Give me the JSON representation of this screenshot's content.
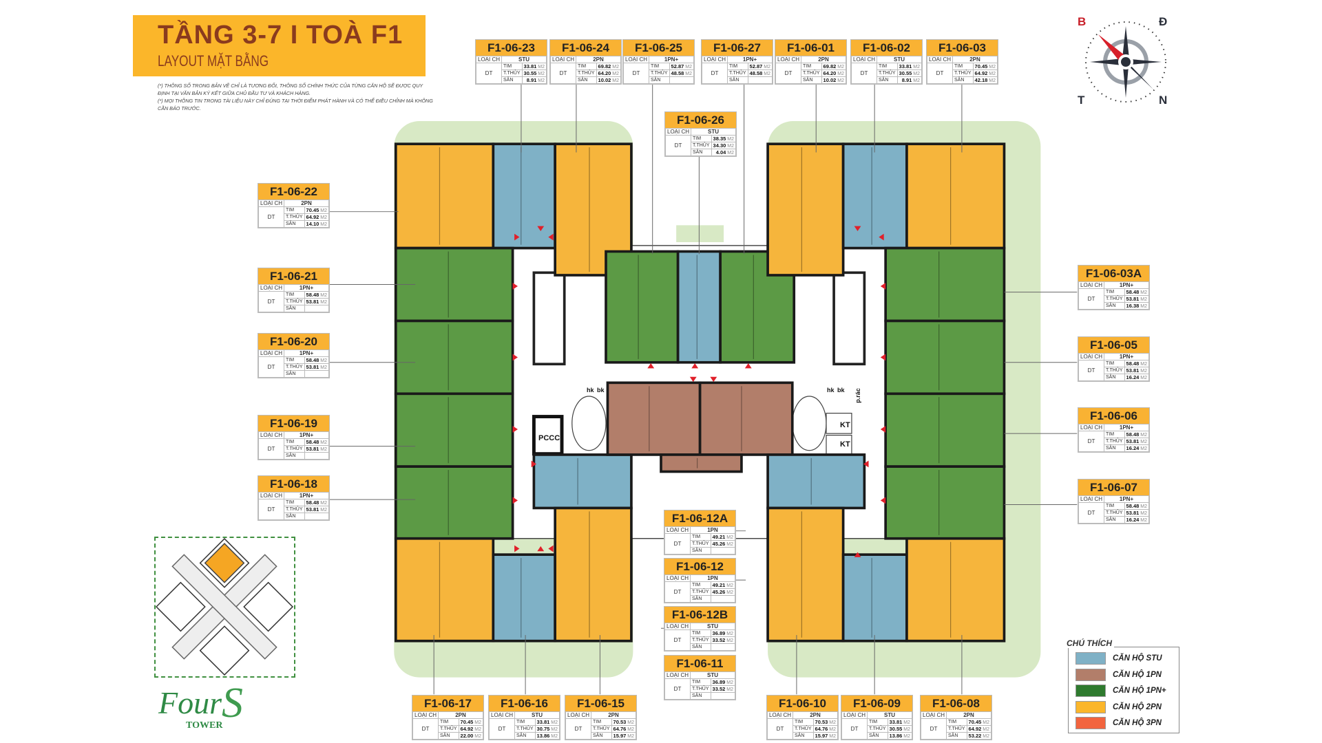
{
  "header": {
    "title": "TẦNG 3-7  I TOÀ F1",
    "subtitle": "LAYOUT MẶT BẰNG",
    "notes": [
      "(*) THÔNG SỐ TRONG BẢN VẼ CHỈ LÀ TƯƠNG ĐỐI, THÔNG SỐ CHÍNH THỨC CỦA TỪNG CĂN HỘ SẼ ĐƯỢC QUY ĐỊNH TẠI VĂN BẢN KÝ KẾT GIỮA CHỦ ĐẦU TƯ VÀ KHÁCH HÀNG.",
      "(*) MỌI THÔNG TIN TRONG TÀI LIỆU NÀY CHỈ ĐÚNG TẠI THỜI ĐIỂM PHÁT HÀNH VÀ CÓ THỂ ĐIỀU CHỈNH MÀ KHÔNG CẦN BÁO TRƯỚC."
    ]
  },
  "table_labels": {
    "type": "LOẠI CH",
    "area": "DT",
    "tim": "TIM",
    "thuy": "T.THỦY",
    "san": "SÂN",
    "unit": "M2"
  },
  "units": [
    {
      "code": "F1-06-23",
      "type": "STU",
      "tim": "33.81",
      "thuy": "30.55",
      "san": "8.91"
    },
    {
      "code": "F1-06-24",
      "type": "2PN",
      "tim": "69.82",
      "thuy": "64.20",
      "san": "10.02"
    },
    {
      "code": "F1-06-25",
      "type": "1PN+",
      "tim": "52.87",
      "thuy": "48.58",
      "san": ""
    },
    {
      "code": "F1-06-27",
      "type": "1PN+",
      "tim": "52.87",
      "thuy": "48.58",
      "san": ""
    },
    {
      "code": "F1-06-01",
      "type": "2PN",
      "tim": "69.82",
      "thuy": "64.20",
      "san": "10.02"
    },
    {
      "code": "F1-06-02",
      "type": "STU",
      "tim": "33.81",
      "thuy": "30.55",
      "san": "8.91"
    },
    {
      "code": "F1-06-03",
      "type": "2PN",
      "tim": "70.45",
      "thuy": "64.92",
      "san": "42.18"
    },
    {
      "code": "F1-06-26",
      "type": "STU",
      "tim": "38.35",
      "thuy": "34.30",
      "san": "4.04"
    },
    {
      "code": "F1-06-22",
      "type": "2PN",
      "tim": "70.45",
      "thuy": "64.92",
      "san": "14.10"
    },
    {
      "code": "F1-06-21",
      "type": "1PN+",
      "tim": "58.48",
      "thuy": "53.81",
      "san": ""
    },
    {
      "code": "F1-06-20",
      "type": "1PN+",
      "tim": "58.48",
      "thuy": "53.81",
      "san": ""
    },
    {
      "code": "F1-06-19",
      "type": "1PN+",
      "tim": "58.48",
      "thuy": "53.81",
      "san": ""
    },
    {
      "code": "F1-06-18",
      "type": "1PN+",
      "tim": "58.48",
      "thuy": "53.81",
      "san": ""
    },
    {
      "code": "F1-06-03A",
      "type": "1PN+",
      "tim": "58.48",
      "thuy": "53.81",
      "san": "16.38"
    },
    {
      "code": "F1-06-05",
      "type": "1PN+",
      "tim": "58.48",
      "thuy": "53.81",
      "san": "16.24"
    },
    {
      "code": "F1-06-06",
      "type": "1PN+",
      "tim": "58.48",
      "thuy": "53.81",
      "san": "16.24"
    },
    {
      "code": "F1-06-07",
      "type": "1PN+",
      "tim": "58.48",
      "thuy": "53.81",
      "san": "16.24"
    },
    {
      "code": "F1-06-12A",
      "type": "1PN",
      "tim": "49.21",
      "thuy": "45.26",
      "san": ""
    },
    {
      "code": "F1-06-12",
      "type": "1PN",
      "tim": "49.21",
      "thuy": "45.26",
      "san": ""
    },
    {
      "code": "F1-06-12B",
      "type": "STU",
      "tim": "36.89",
      "thuy": "33.52",
      "san": ""
    },
    {
      "code": "F1-06-11",
      "type": "STU",
      "tim": "36.89",
      "thuy": "33.52",
      "san": ""
    },
    {
      "code": "F1-06-17",
      "type": "2PN",
      "tim": "70.45",
      "thuy": "64.92",
      "san": "22.00"
    },
    {
      "code": "F1-06-16",
      "type": "STU",
      "tim": "33.81",
      "thuy": "30.75",
      "san": "13.86"
    },
    {
      "code": "F1-06-15",
      "type": "2PN",
      "tim": "70.53",
      "thuy": "64.76",
      "san": "15.97"
    },
    {
      "code": "F1-06-10",
      "type": "2PN",
      "tim": "70.53",
      "thuy": "64.76",
      "san": "15.97"
    },
    {
      "code": "F1-06-09",
      "type": "STU",
      "tim": "33.81",
      "thuy": "30.55",
      "san": "13.86"
    },
    {
      "code": "F1-06-08",
      "type": "2PN",
      "tim": "70.45",
      "thuy": "64.92",
      "san": "53.22"
    }
  ],
  "plan_labels": {
    "pccc": "PCCC",
    "kt1": "KT",
    "kt2": "KT",
    "hk1": "hk",
    "bk1": "bk",
    "hk2": "hk",
    "bk2": "bk",
    "prac": "p.rác"
  },
  "legend": {
    "title": "CHÚ THÍCH",
    "items": [
      {
        "label": "CĂN HỘ STU",
        "color": "#7fb1c6"
      },
      {
        "label": "CĂN HỘ 1PN",
        "color": "#b27e6a"
      },
      {
        "label": "CĂN HỘ 1PN+",
        "color": "#2e7a2e"
      },
      {
        "label": "CĂN HỘ 2PN",
        "color": "#fbb62a"
      },
      {
        "label": "CĂN HỘ 3PN",
        "color": "#f2643e"
      }
    ]
  },
  "compass": {
    "nw": "B",
    "ne": "Đ",
    "sw": "T",
    "se": "N"
  },
  "logo": {
    "four": "Four",
    "s": "S",
    "tower": "TOWER"
  },
  "colors": {
    "stu": "#7fb1c6",
    "one": "#b27e6a",
    "oneplus": "#5c9a45",
    "two": "#f6b53c",
    "bg": "#d8e9c5",
    "accent": "#f9b233"
  }
}
